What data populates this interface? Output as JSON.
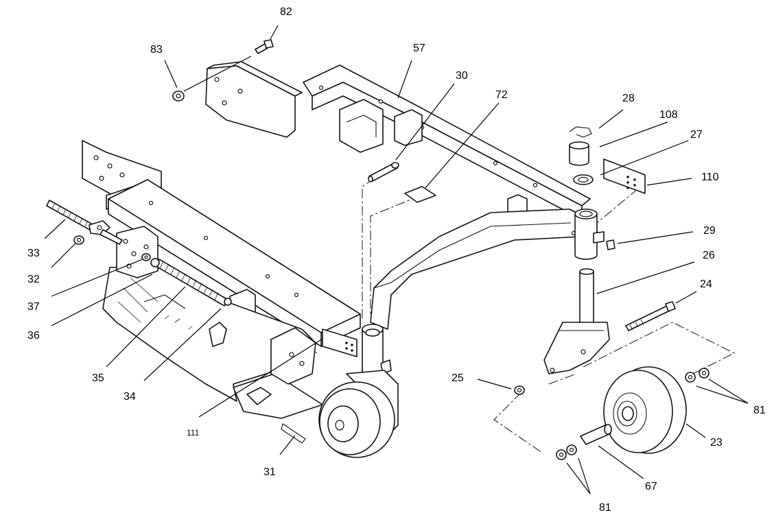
{
  "callouts": [
    {
      "id": "c82",
      "text": "82"
    },
    {
      "id": "c83",
      "text": "83"
    },
    {
      "id": "c57",
      "text": "57"
    },
    {
      "id": "c30",
      "text": "30"
    },
    {
      "id": "c72",
      "text": "72"
    },
    {
      "id": "c28",
      "text": "28"
    },
    {
      "id": "c108",
      "text": "108"
    },
    {
      "id": "c27",
      "text": "27"
    },
    {
      "id": "c110",
      "text": "110"
    },
    {
      "id": "c29",
      "text": "29"
    },
    {
      "id": "c26",
      "text": "26"
    },
    {
      "id": "c24",
      "text": "24"
    },
    {
      "id": "c33",
      "text": "33"
    },
    {
      "id": "c32",
      "text": "32"
    },
    {
      "id": "c37",
      "text": "37"
    },
    {
      "id": "c36",
      "text": "36"
    },
    {
      "id": "c35",
      "text": "35"
    },
    {
      "id": "c34",
      "text": "34"
    },
    {
      "id": "c25",
      "text": "25"
    },
    {
      "id": "c81a",
      "text": "81"
    },
    {
      "id": "c23",
      "text": "23"
    },
    {
      "id": "c111",
      "text": "111"
    },
    {
      "id": "c31",
      "text": "31"
    },
    {
      "id": "c67",
      "text": "67"
    },
    {
      "id": "c81b",
      "text": "81"
    }
  ],
  "colors": {
    "line": "#111111",
    "background": "#ffffff"
  }
}
